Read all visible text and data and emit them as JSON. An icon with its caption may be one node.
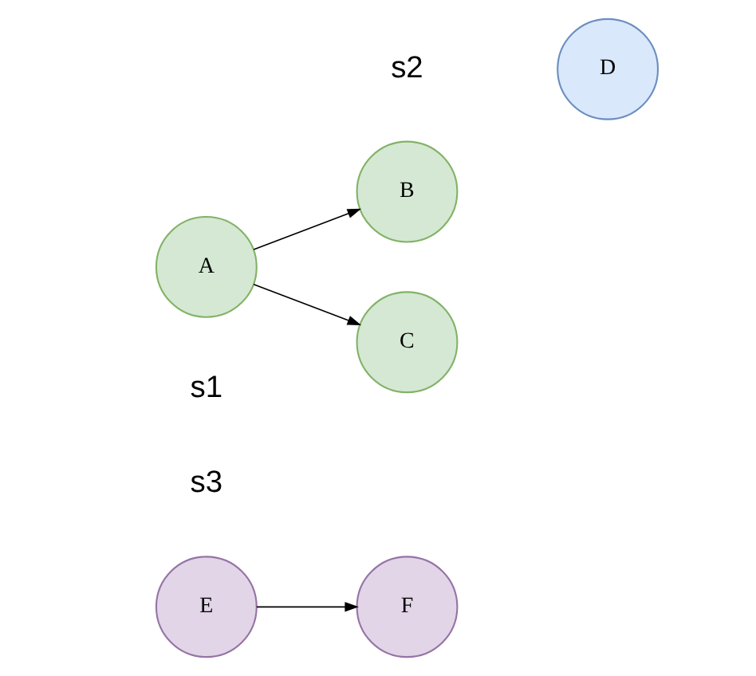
{
  "diagram": {
    "nodes": [
      {
        "text": [
          "A"
        ]
      },
      {
        "text": [
          "B"
        ]
      },
      {
        "text": [
          "C"
        ]
      },
      {
        "text": [
          "D"
        ]
      },
      {
        "text": [
          "E"
        ]
      },
      {
        "text": [
          "F"
        ]
      }
    ],
    "edges": [
      {
        "from": 0,
        "to": 1,
        "arrow": "to"
      },
      {
        "from": 0,
        "to": 2,
        "arrow": "to"
      },
      {
        "from": 4,
        "to": 5,
        "arrow": "to"
      }
    ],
    "labels": [
      "s1",
      "s2",
      "s3"
    ]
  }
}
